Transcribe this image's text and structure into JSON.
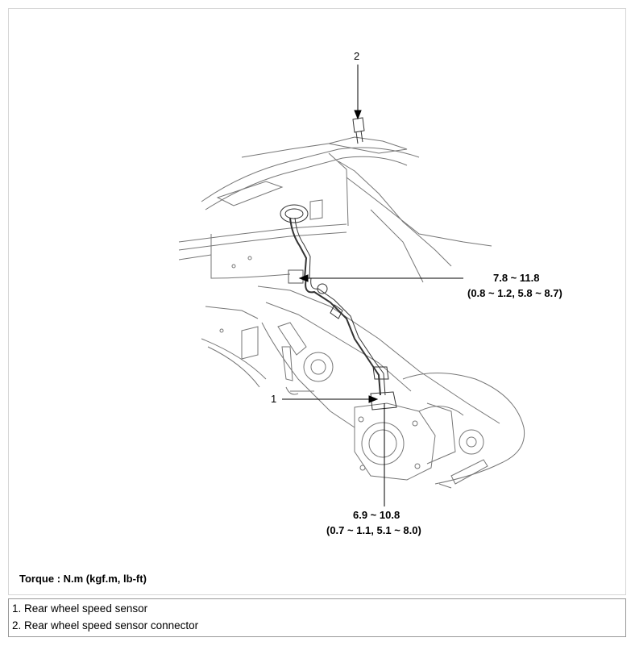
{
  "callouts": {
    "item_1": "1",
    "item_2": "2"
  },
  "torque_specs": {
    "upper": {
      "nm": "7.8 ~ 11.8",
      "alt": "(0.8 ~ 1.2, 5.8 ~ 8.7)"
    },
    "lower": {
      "nm": "6.9 ~ 10.8",
      "alt": "(0.7 ~ 1.1, 5.1 ~ 8.0)"
    }
  },
  "torque_unit_note": "Torque : N.m (kgf.m, lb-ft)",
  "legend": [
    "1. Rear wheel speed sensor",
    "2. Rear wheel speed sensor connector"
  ]
}
